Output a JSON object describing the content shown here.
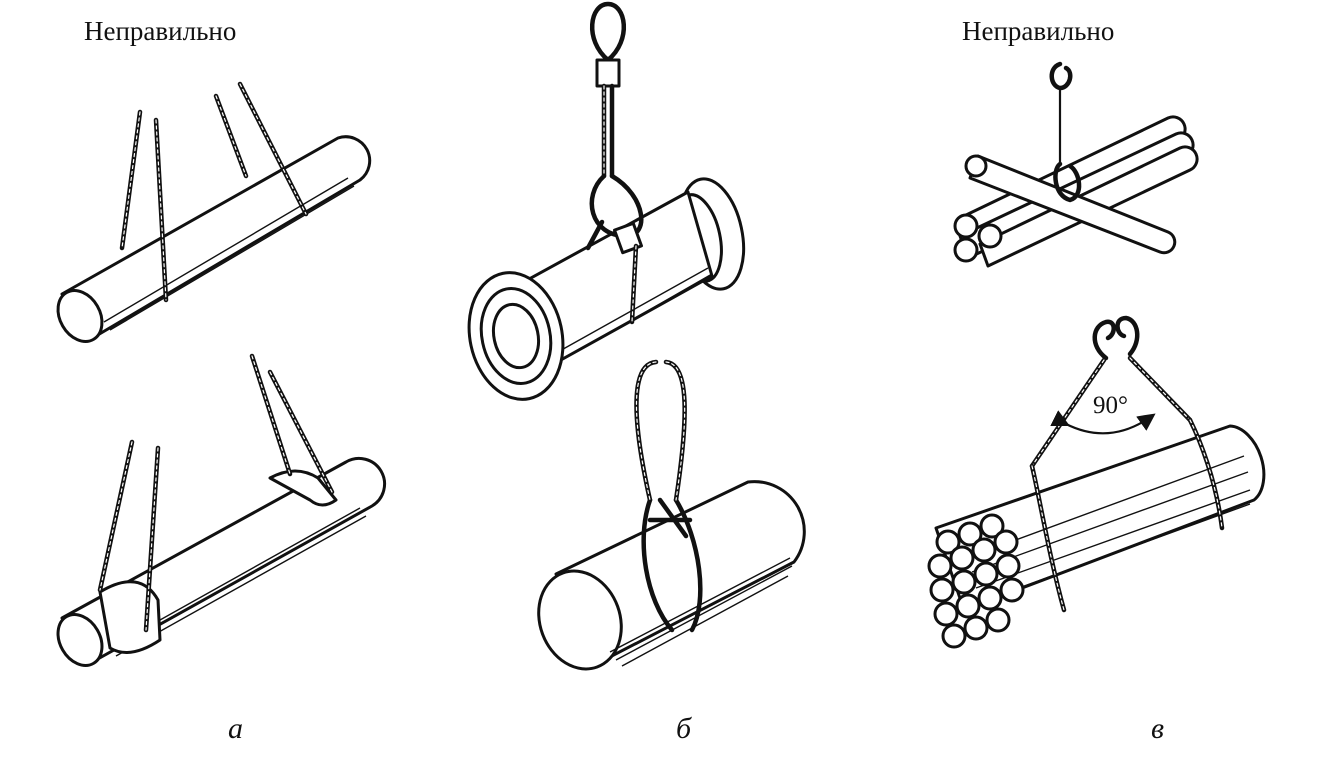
{
  "labels": {
    "warning_left": "Неправильно",
    "warning_right": "Неправильно",
    "sub_a": "а",
    "sub_b": "б",
    "sub_v": "в",
    "angle": "90°"
  }
}
